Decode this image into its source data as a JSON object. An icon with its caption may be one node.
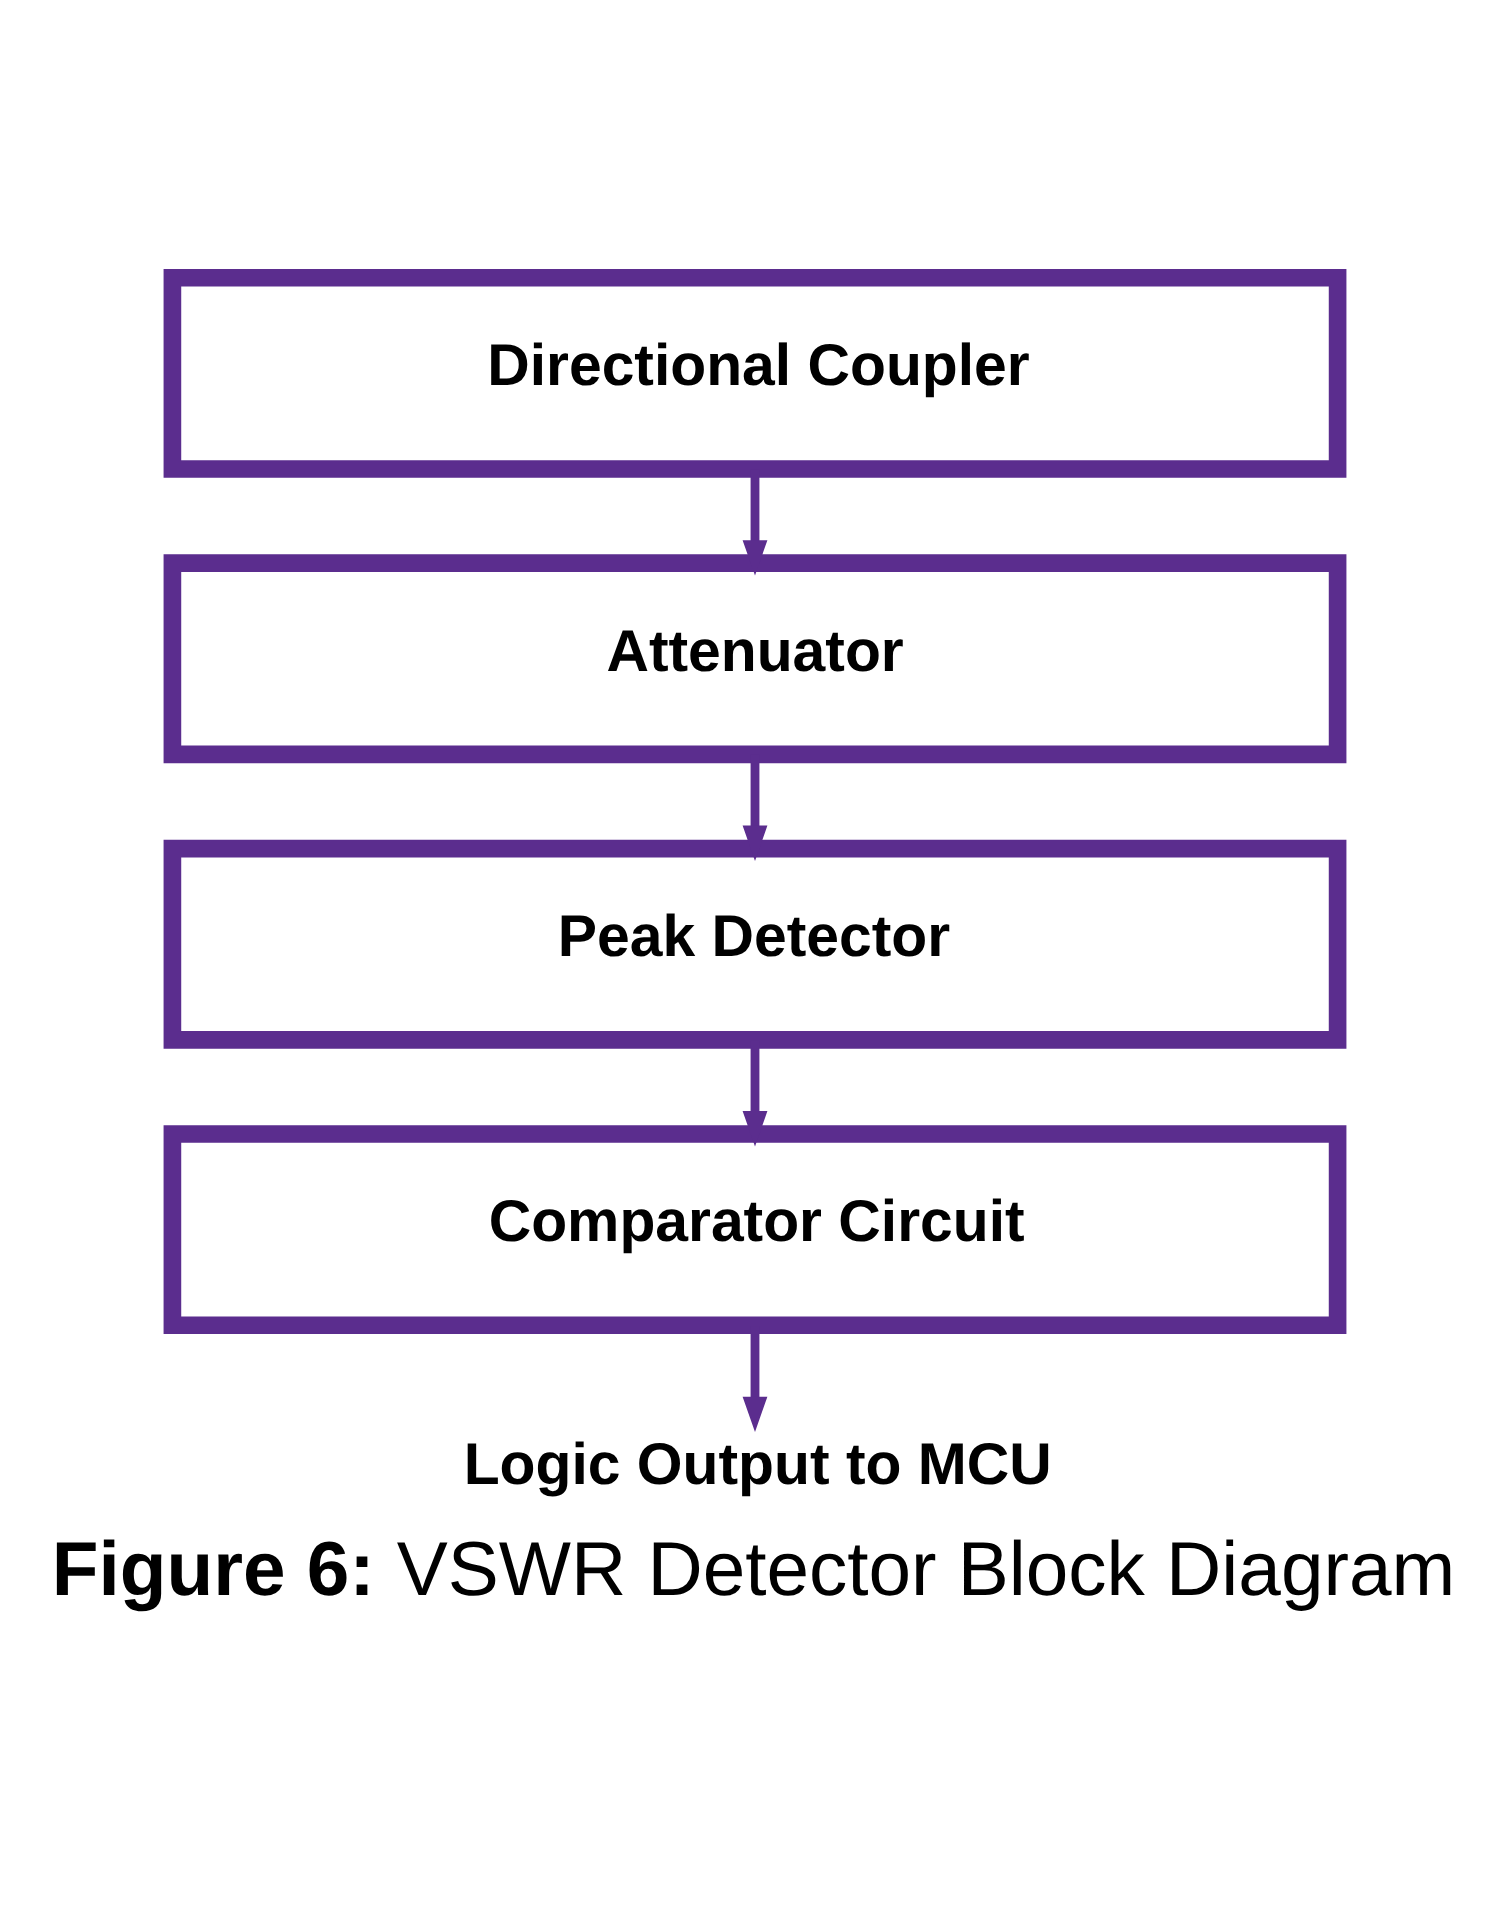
{
  "diagram": {
    "caption": "**Figure 6:** VSWR Detector Block Diagram",
    "nodes": [
      {
        "text": [
          "Directional Coupler"
        ]
      },
      {
        "text": [
          "Attenuator"
        ]
      },
      {
        "text": [
          "Peak Detector"
        ]
      },
      {
        "text": [
          "Comparator Circuit"
        ]
      },
      {
        "text": [
          "Logic Output to MCU"
        ]
      }
    ],
    "edges": [
      {
        "from": 0,
        "to": 1,
        "arrow": "to"
      },
      {
        "from": 1,
        "to": 2,
        "arrow": "to"
      },
      {
        "from": 2,
        "to": 3,
        "arrow": "to"
      },
      {
        "from": 3,
        "to": 4,
        "arrow": "to"
      }
    ]
  }
}
